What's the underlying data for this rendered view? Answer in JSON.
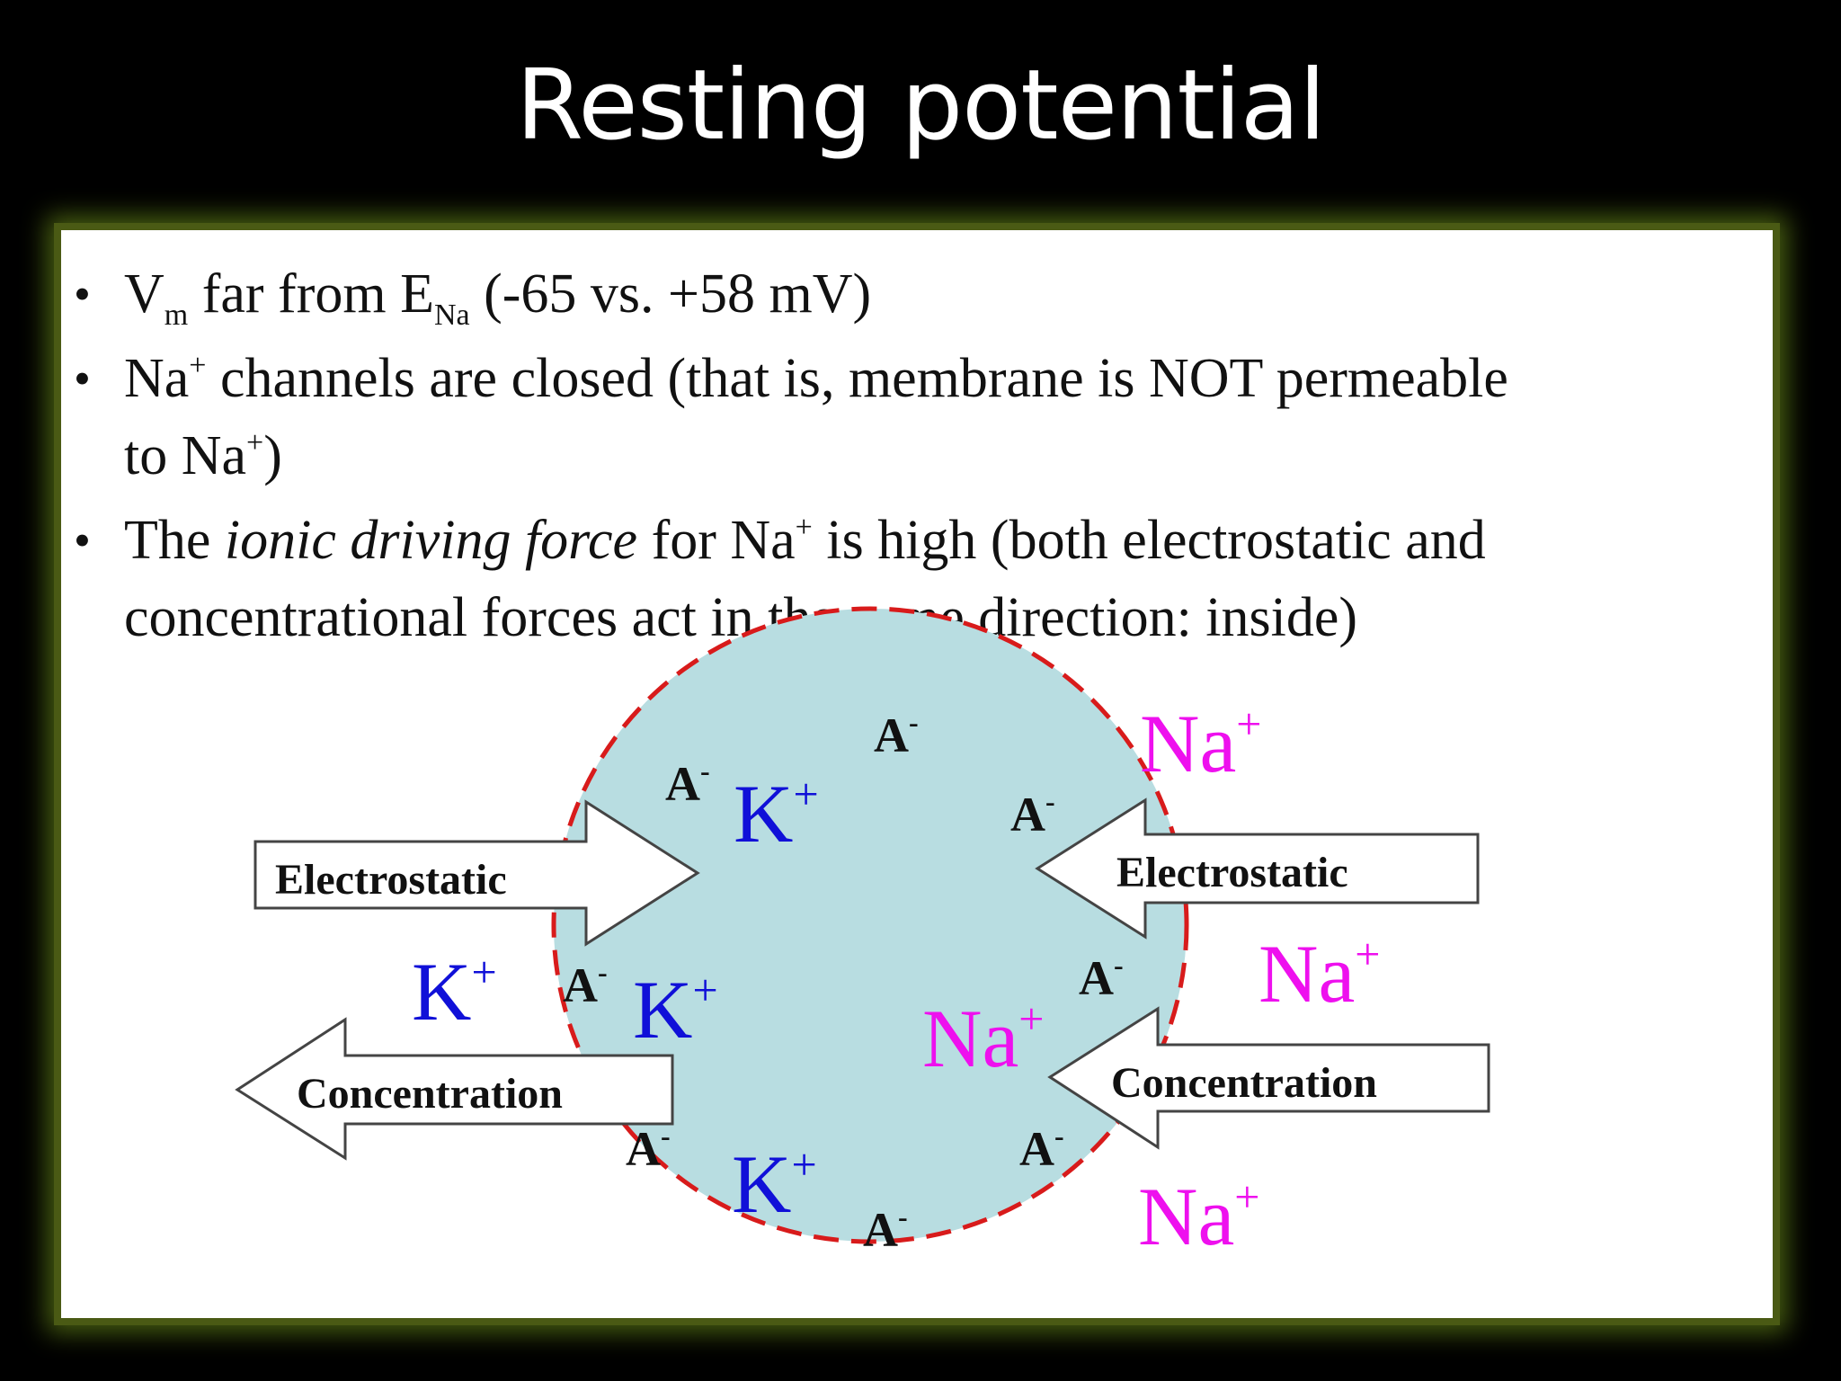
{
  "slide": {
    "title": "Resting potential"
  },
  "bullets": [
    {
      "v": "V",
      "v_sub": "m",
      "mid": " far from E",
      "e_sub": "Na",
      "tail": " (-65 vs. +58 mV)"
    },
    {
      "na": "Na",
      "sup1": "+",
      "text1": " channels are closed (that is, membrane is NOT permeable",
      "text2": "to Na",
      "sup2": "+",
      "text3": ")"
    },
    {
      "the": "The ",
      "italic": "ionic driving force",
      "text1": " for Na",
      "sup1": "+",
      "text2": " is high (both electrostatic and",
      "line2": "concentrational forces act in the same direction: inside)"
    }
  ],
  "diagram": {
    "arrows": {
      "left_electrostatic": "Electrostatic",
      "left_concentration": "Concentration",
      "right_electrostatic": "Electrostatic",
      "right_concentration": "Concentration"
    },
    "ions": {
      "anion_base": "A",
      "anion_sign": "-",
      "k_base": "K",
      "na_base": "Na",
      "cation_sign": "+"
    },
    "colors": {
      "cell_fill": "#b8dde1",
      "membrane": "#d81b1b",
      "potassium": "#1010d8",
      "sodium": "#ee10ee",
      "anion": "#111111",
      "frame_glow": "#4a5a14"
    }
  }
}
